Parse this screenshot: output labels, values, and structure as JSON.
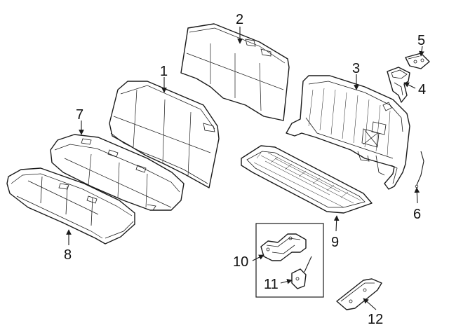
{
  "diagram": {
    "callouts": [
      {
        "id": "c1",
        "label": "1"
      },
      {
        "id": "c2",
        "label": "2"
      },
      {
        "id": "c3",
        "label": "3"
      },
      {
        "id": "c4",
        "label": "4"
      },
      {
        "id": "c5",
        "label": "5"
      },
      {
        "id": "c6",
        "label": "6"
      },
      {
        "id": "c7",
        "label": "7"
      },
      {
        "id": "c8",
        "label": "8"
      },
      {
        "id": "c9",
        "label": "9"
      },
      {
        "id": "c10",
        "label": "10"
      },
      {
        "id": "c11",
        "label": "11"
      },
      {
        "id": "c12",
        "label": "12"
      }
    ],
    "line_color": "#1a1a1a",
    "background": "#ffffff"
  }
}
